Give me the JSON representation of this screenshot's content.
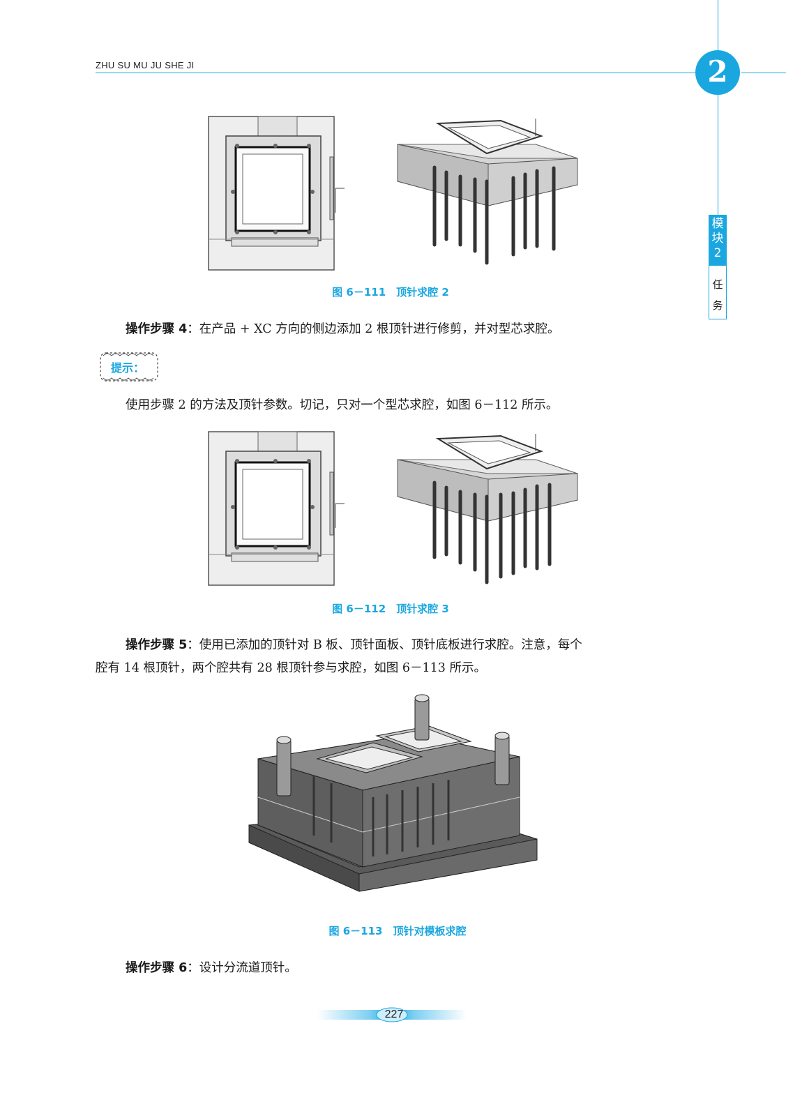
{
  "header": {
    "running_title": "ZHU SU MU JU SHE JI",
    "chapter_number": "2"
  },
  "side_tab": {
    "module_label": "模块2",
    "task_label": "任务"
  },
  "figures": [
    {
      "caption": "图 6－111　顶针求腔 2"
    },
    {
      "caption": "图 6－112　顶针求腔 3"
    },
    {
      "caption": "图 6－113　顶针对模板求腔"
    }
  ],
  "steps": {
    "step4_label": "操作步骤 4",
    "step4_text": "：在产品 + XC 方向的侧边添加 2 根顶针进行修剪，并对型芯求腔。",
    "tip_label": "提示",
    "tip_text": "使用步骤 2 的方法及顶针参数。切记，只对一个型芯求腔，如图 6－112 所示。",
    "step5_label": "操作步骤 5",
    "step5_text_line1": "：使用已添加的顶针对 B 板、顶针面板、顶针底板进行求腔。注意，每个",
    "step5_text_line2": "腔有 14 根顶针，两个腔共有 28 根顶针参与求腔，如图 6－113 所示。",
    "step6_label": "操作步骤 6",
    "step6_text": "：设计分流道顶针。"
  },
  "footer": {
    "page_number": "227"
  },
  "colors": {
    "accent": "#1aa7e0"
  }
}
